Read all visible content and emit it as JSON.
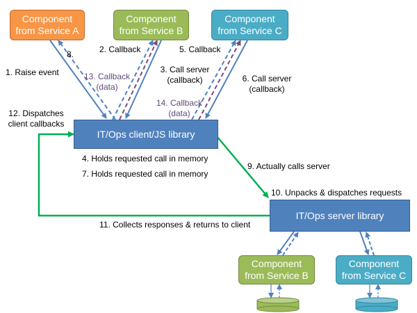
{
  "colors": {
    "orange": "#f79646",
    "orange_border": "#c0672a",
    "green": "#9bbb59",
    "green_border": "#71893f",
    "teal": "#4bacc6",
    "teal_border": "#31859c",
    "blue": "#4f81bd",
    "blue_border": "#385d8a",
    "arrow_blue": "#4f81bd",
    "arrow_purple": "#7a4a78",
    "arrow_green": "#00b050"
  },
  "nodes": {
    "service_a": "Component\nfrom Service A",
    "service_b_top": "Component\nfrom Service B",
    "service_c_top": "Component\nfrom Service C",
    "client_library": "IT/Ops client/JS library",
    "server_library": "IT/Ops server library",
    "service_b_bottom": "Component\nfrom Service B",
    "service_c_bottom": "Component\nfrom Service C"
  },
  "steps": {
    "s1": "1. Raise event",
    "s2": "2. Callback",
    "s3": "3. Call server\n(callback)",
    "s4": "4. Holds requested call in memory",
    "s5": "5. Callback",
    "s6": "6. Call server\n(callback)",
    "s7": "7. Holds requested call in memory",
    "s8": "8.",
    "s9": "9. Actually calls server",
    "s10": "10. Unpacks & dispatches requests",
    "s11": "11. Collects responses & returns to client",
    "s12": "12. Dispatches\nclient callbacks",
    "s13": "13. Callback\n(data)",
    "s14": "14. Callback\n(data)"
  }
}
